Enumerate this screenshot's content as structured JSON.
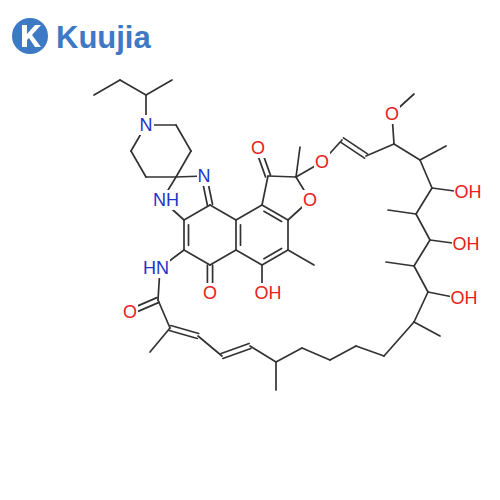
{
  "diagram": {
    "labels": [
      "Kuujia",
      "N",
      "N",
      "NH",
      "HN",
      "O",
      "O",
      "OH",
      "O",
      "O",
      "O",
      "O",
      "OH",
      "OH",
      "OH"
    ]
  }
}
